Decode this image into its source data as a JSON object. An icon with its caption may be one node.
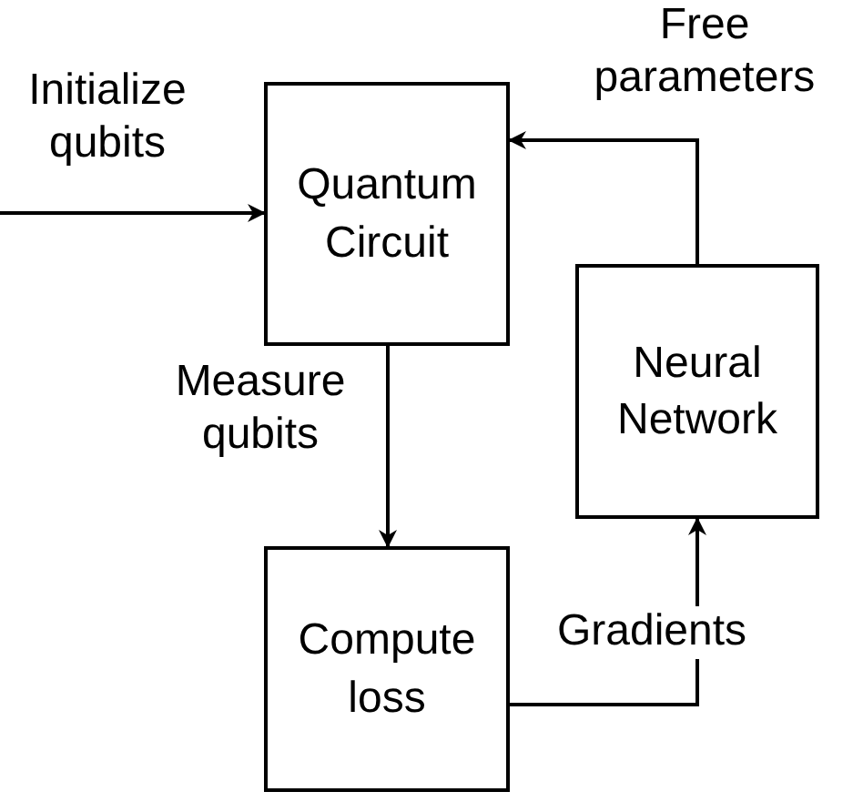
{
  "diagram": {
    "nodes": [
      {
        "text": [
          "Quantum Circuit"
        ]
      },
      {
        "text": [
          "Neural Network"
        ]
      },
      {
        "text": [
          "Compute loss"
        ]
      }
    ],
    "edges": [
      {
        "from": null,
        "to": 0,
        "arrow": "to",
        "label": "Initialize qubits"
      },
      {
        "from": 0,
        "to": 2,
        "arrow": "to",
        "label": "Measure qubits"
      },
      {
        "from": 2,
        "to": 1,
        "arrow": "to",
        "label": "Gradients"
      },
      {
        "from": 1,
        "to": 0,
        "arrow": "to",
        "label": "Free parameters"
      }
    ]
  }
}
